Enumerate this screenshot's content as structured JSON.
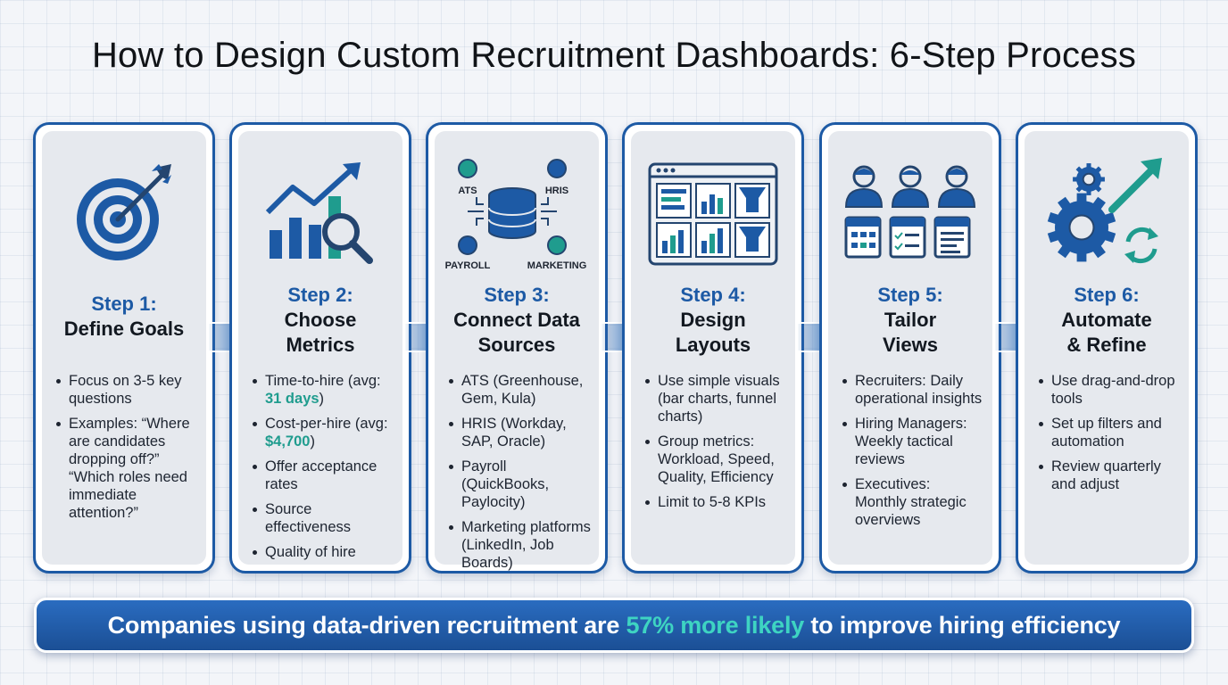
{
  "title": "How to Design Custom Recruitment Dashboards: 6-Step Process",
  "colors": {
    "primary": "#1d5aa5",
    "accent_teal": "#1f9c8e",
    "banner_accent": "#3ed4c2",
    "card_fill": "#e6e9ee"
  },
  "steps": [
    {
      "number": "Step 1:",
      "title": "Define Goals",
      "icon": "target-arrow-icon",
      "bullets": [
        "Focus on 3-5 key questions",
        "Examples: “Where are candidates dropping off?” “Which roles need immediate attention?”"
      ]
    },
    {
      "number": "Step 2:",
      "title": "Choose Metrics",
      "icon": "chart-magnifier-icon",
      "bullets": [
        {
          "before": "Time-to-hire (avg: ",
          "highlight": "31 days",
          "after": ")"
        },
        {
          "before": "Cost-per-hire (avg: ",
          "highlight": "$4,700",
          "after": ")"
        },
        "Offer acceptance rates",
        "Source effectiveness",
        "Quality of hire"
      ]
    },
    {
      "number": "Step 3:",
      "title": "Connect Data Sources",
      "icon": "database-network-icon",
      "icon_labels": [
        "ATS",
        "HRIS",
        "PAYROLL",
        "MARKETING"
      ],
      "bullets": [
        "ATS (Greenhouse, Gem, Kula)",
        "HRIS (Workday, SAP, Oracle)",
        "Payroll (QuickBooks, Paylocity)",
        "Marketing platforms (LinkedIn, Job Boards)"
      ]
    },
    {
      "number": "Step 4:",
      "title": "Design Layouts",
      "icon": "dashboard-layout-icon",
      "bullets": [
        "Use simple visuals (bar charts, funnel charts)",
        "Group metrics: Workload, Speed, Quality, Efficiency",
        "Limit to 5-8 KPIs"
      ]
    },
    {
      "number": "Step 5:",
      "title": "Tailor Views",
      "icon": "users-calendars-icon",
      "bullets": [
        "Recruiters: Daily operational insights",
        "Hiring Managers: Weekly tactical reviews",
        "Executives: Monthly strategic overviews"
      ]
    },
    {
      "number": "Step 6:",
      "title": "Automate & Refine",
      "icon": "gears-refresh-icon",
      "bullets": [
        "Use drag-and-drop tools",
        "Set up filters and automation",
        "Review quarterly and adjust"
      ]
    }
  ],
  "banner": {
    "before": "Companies using data-driven recruitment are ",
    "highlight": "57% more likely",
    "after": " to improve hiring efficiency"
  }
}
